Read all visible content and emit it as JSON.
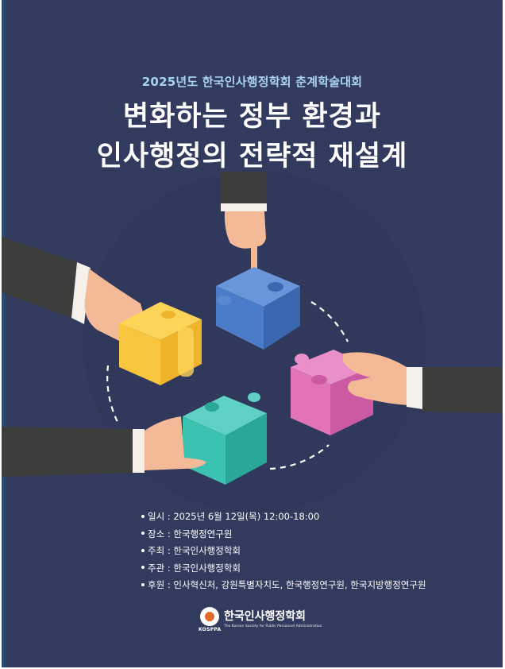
{
  "poster": {
    "subtitle": "2025년도 한국인사행정학회 춘계학술대회",
    "title_line1": "변화하는 정부 환경과",
    "title_line2": "인사행정의 전략적 재설계",
    "illustration": {
      "description": "Four hands holding 3D jigsaw puzzle pieces around a dashed circle",
      "pieces": [
        {
          "name": "blue-piece",
          "color": "#4a7cc9"
        },
        {
          "name": "yellow-piece",
          "color": "#f7c63e"
        },
        {
          "name": "pink-piece",
          "color": "#e173b6"
        },
        {
          "name": "teal-piece",
          "color": "#3cc2b1"
        }
      ]
    },
    "details": [
      {
        "label": "일시",
        "value": "2025년 6월 12일(목) 12:00-18:00"
      },
      {
        "label": "장소",
        "value": "한국행정연구원"
      },
      {
        "label": "주최",
        "value": "한국인사행정학회"
      },
      {
        "label": "주관",
        "value": "한국인사행정학회"
      },
      {
        "label": "후원",
        "value": "인사혁신처, 강원특별자치도, 한국행정연구원, 한국지방행정연구원"
      }
    ],
    "detail_separator": " : ",
    "logo": {
      "acronym": "KOSPPA",
      "name": "한국인사행정학회",
      "english": "The Korean Society for Public Personnel Administration"
    },
    "colors": {
      "background": "#323a5e",
      "subtitle": "#a9d4f2",
      "title": "#ffffff",
      "logo_accent": "#e06a2c"
    }
  }
}
